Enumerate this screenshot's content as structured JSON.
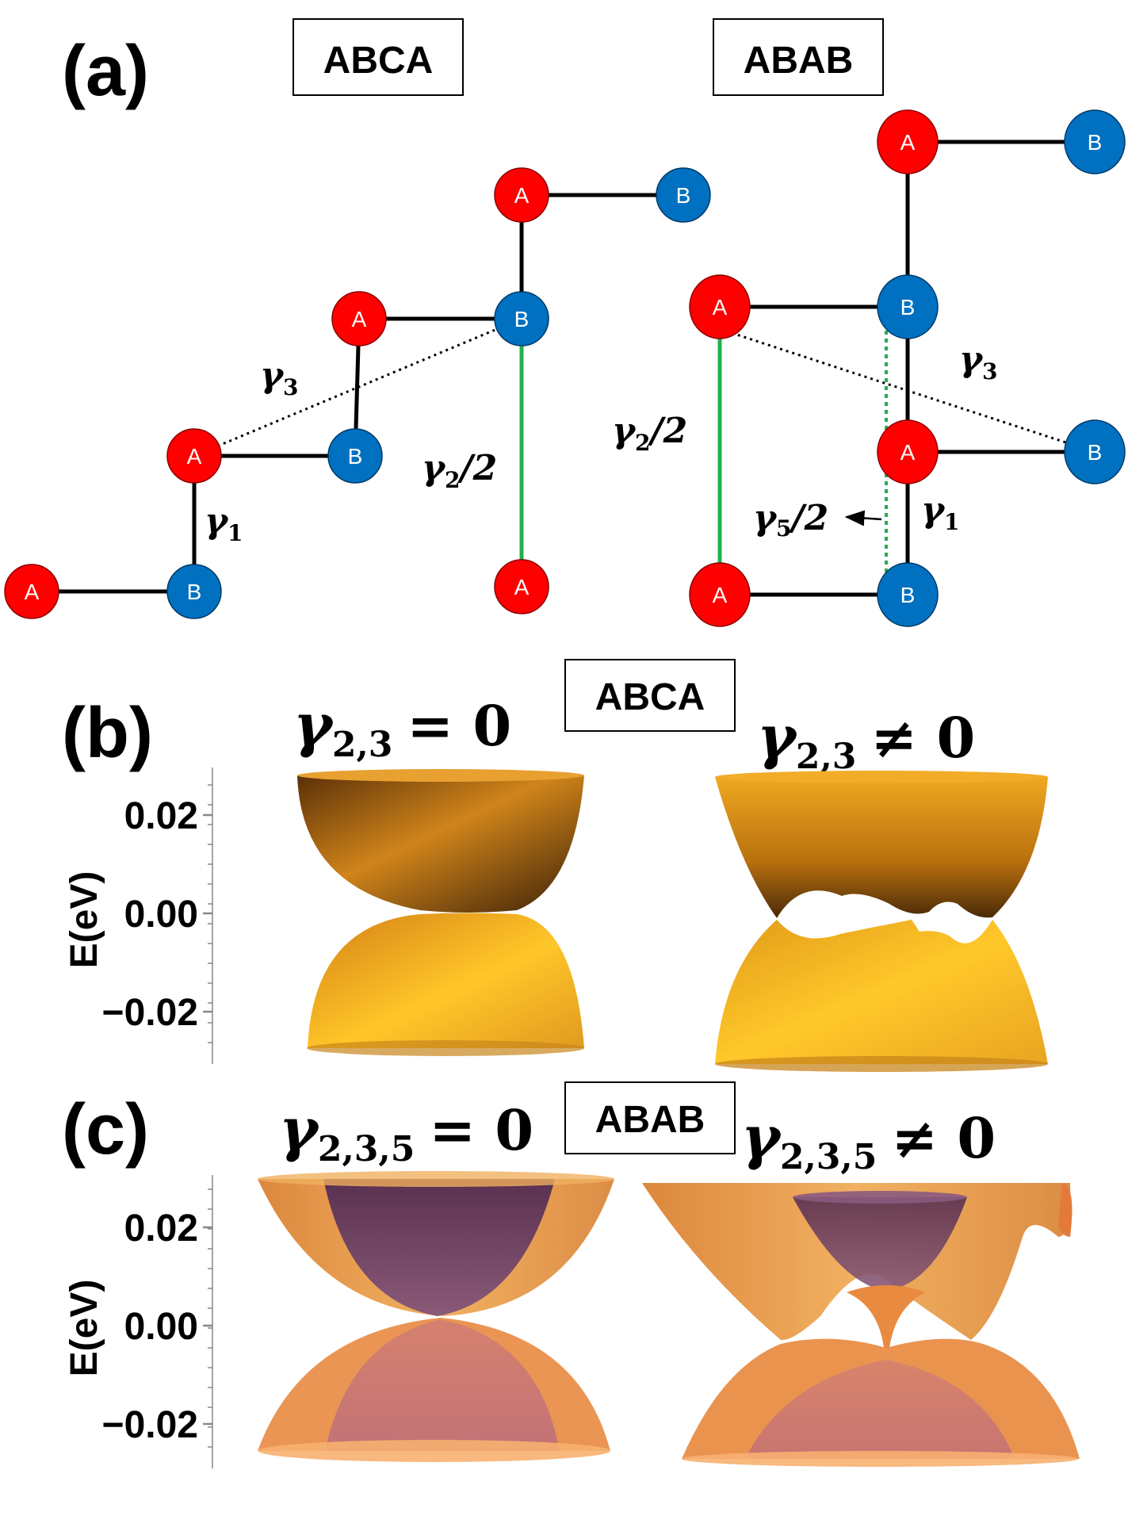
{
  "panels": {
    "a": "(a)",
    "b": "(b)",
    "c": "(c)"
  },
  "boxes": {
    "abca_top": "ABCA",
    "abab_top": "ABAB",
    "abca_mid": "ABCA",
    "abab_bot": "ABAB"
  },
  "node_labels": {
    "A": "A",
    "B": "B"
  },
  "hoppings": {
    "gamma_symbol": "γ",
    "g1_sub": "1",
    "g3_sub": "3",
    "g2_sub": "2",
    "g5_sub": "5",
    "half": "/2"
  },
  "titles": {
    "b_left_sub": "2,3",
    "b_left_rel": "= 0",
    "b_right_sub": "2,3",
    "b_right_rel": "≠ 0",
    "c_left_sub": "2,3,5",
    "c_left_rel": "= 0",
    "c_right_sub": "2,3,5",
    "c_right_rel": "≠ 0"
  },
  "axes": {
    "ylabel": "E(eV)",
    "ticks": [
      "0.02",
      "0.00",
      "−0.02"
    ]
  },
  "colors": {
    "A_site": "#ff0000",
    "B_site": "#0070c0",
    "gamma2_line": "#22b14c",
    "band_orange": "#f4a020",
    "band_purple": "#7a4a70"
  }
}
